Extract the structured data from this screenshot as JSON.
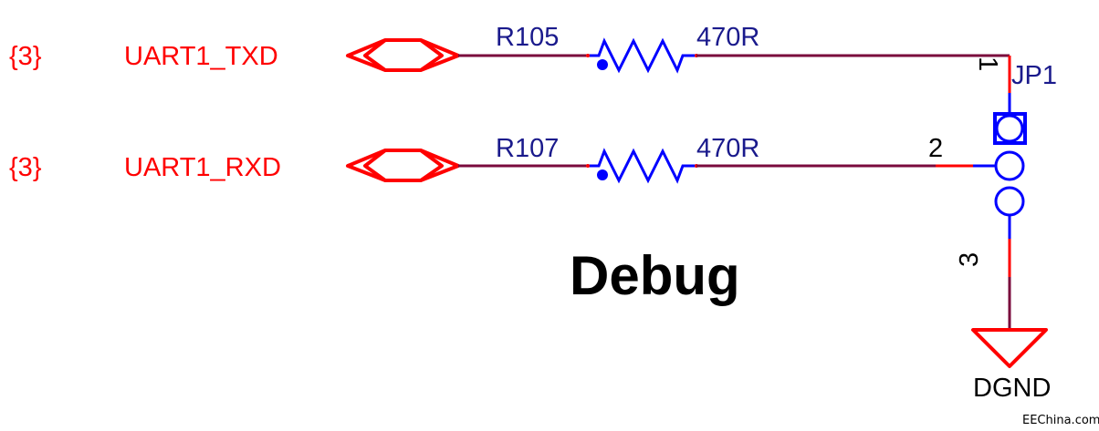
{
  "schematic": {
    "title": "Debug",
    "nets": [
      {
        "sheet_ref": "{3}",
        "name": "UART1_TXD",
        "resistor": {
          "designator": "R105",
          "value": "470R"
        },
        "pin": "1"
      },
      {
        "sheet_ref": "{3}",
        "name": "UART1_RXD",
        "resistor": {
          "designator": "R107",
          "value": "470R"
        },
        "pin": "2"
      }
    ],
    "connector": {
      "designator": "JP1",
      "pin3": "3"
    },
    "ground": {
      "label": "DGND"
    },
    "watermark": "EEChina.com",
    "colors": {
      "port": "#ff0000",
      "wire": "#7a0a3c",
      "component": "#0000ff",
      "label": "#1a1a8c"
    }
  }
}
